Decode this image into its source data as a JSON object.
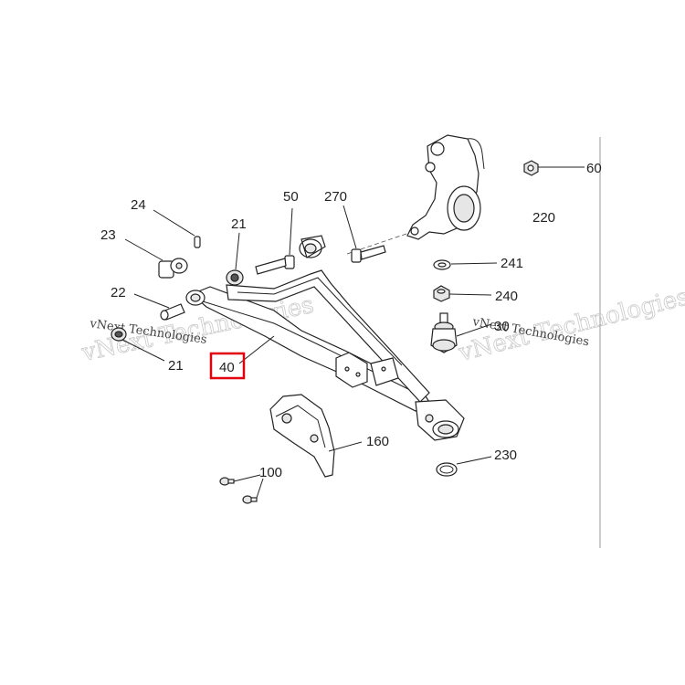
{
  "watermarks": [
    "vNext Technologies",
    "vNext Technologies",
    "vNext Technologies",
    "vNext Technologies"
  ],
  "labels": {
    "p60": "60",
    "p50": "50",
    "p270": "270",
    "p220": "220",
    "p24": "24",
    "p21a": "21",
    "p23": "23",
    "p241": "241",
    "p240": "240",
    "p22": "22",
    "p30": "30",
    "p21b": "21",
    "p40": "40",
    "p160": "160",
    "p230": "230",
    "p100": "100"
  },
  "highlight": {
    "part": "40",
    "color": "#e3000f"
  }
}
